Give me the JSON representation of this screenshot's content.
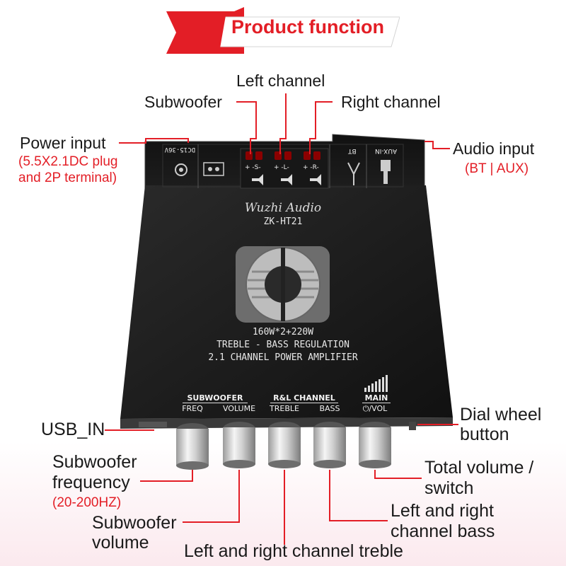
{
  "banner": {
    "title": "Product function"
  },
  "callouts": {
    "left_channel": "Left channel",
    "subwoofer": "Subwoofer",
    "right_channel": "Right channel",
    "power_input": "Power input",
    "power_input_detail_1": "(5.5X2.1DC plug",
    "power_input_detail_2": "and 2P terminal)",
    "audio_input": "Audio input",
    "audio_input_detail": "(BT | AUX)",
    "usb_in": "USB_IN",
    "dial_wheel_1": "Dial wheel",
    "dial_wheel_2": "button",
    "sub_freq_1": "Subwoofer",
    "sub_freq_2": "frequency",
    "sub_freq_range": "(20-200HZ)",
    "total_volume_1": "Total volume /",
    "total_volume_2": "switch",
    "lr_bass_1": "Left and right",
    "lr_bass_2": "channel bass",
    "sub_volume_1": "Subwoofer",
    "sub_volume_2": "volume",
    "lr_treble": "Left and right channel treble"
  },
  "device": {
    "brand": "Wuzhi Audio",
    "model": "ZK-HT21",
    "power_rating": "160W*2+220W",
    "regulation": "TREBLE - BASS REGULATION",
    "description": "2.1 CHANNEL POWER AMPLIFIER",
    "dc_label": "DC15-36V",
    "bt_label": "BT",
    "aux_label": "AUX-IN",
    "speaker_labels": [
      "+ -S-",
      "+ -L-",
      "+ -R-"
    ],
    "group_subwoofer": "SUBWOOFER",
    "group_rl": "R&L CHANNEL",
    "group_main": "MAIN",
    "knobs": [
      "FREQ",
      "VOLUME",
      "TREBLE",
      "BASS",
      "⏻/VOL"
    ]
  },
  "colors": {
    "accent": "#e31e26",
    "device_body": "#1b1b1b",
    "callout_line": "#e31e26"
  }
}
